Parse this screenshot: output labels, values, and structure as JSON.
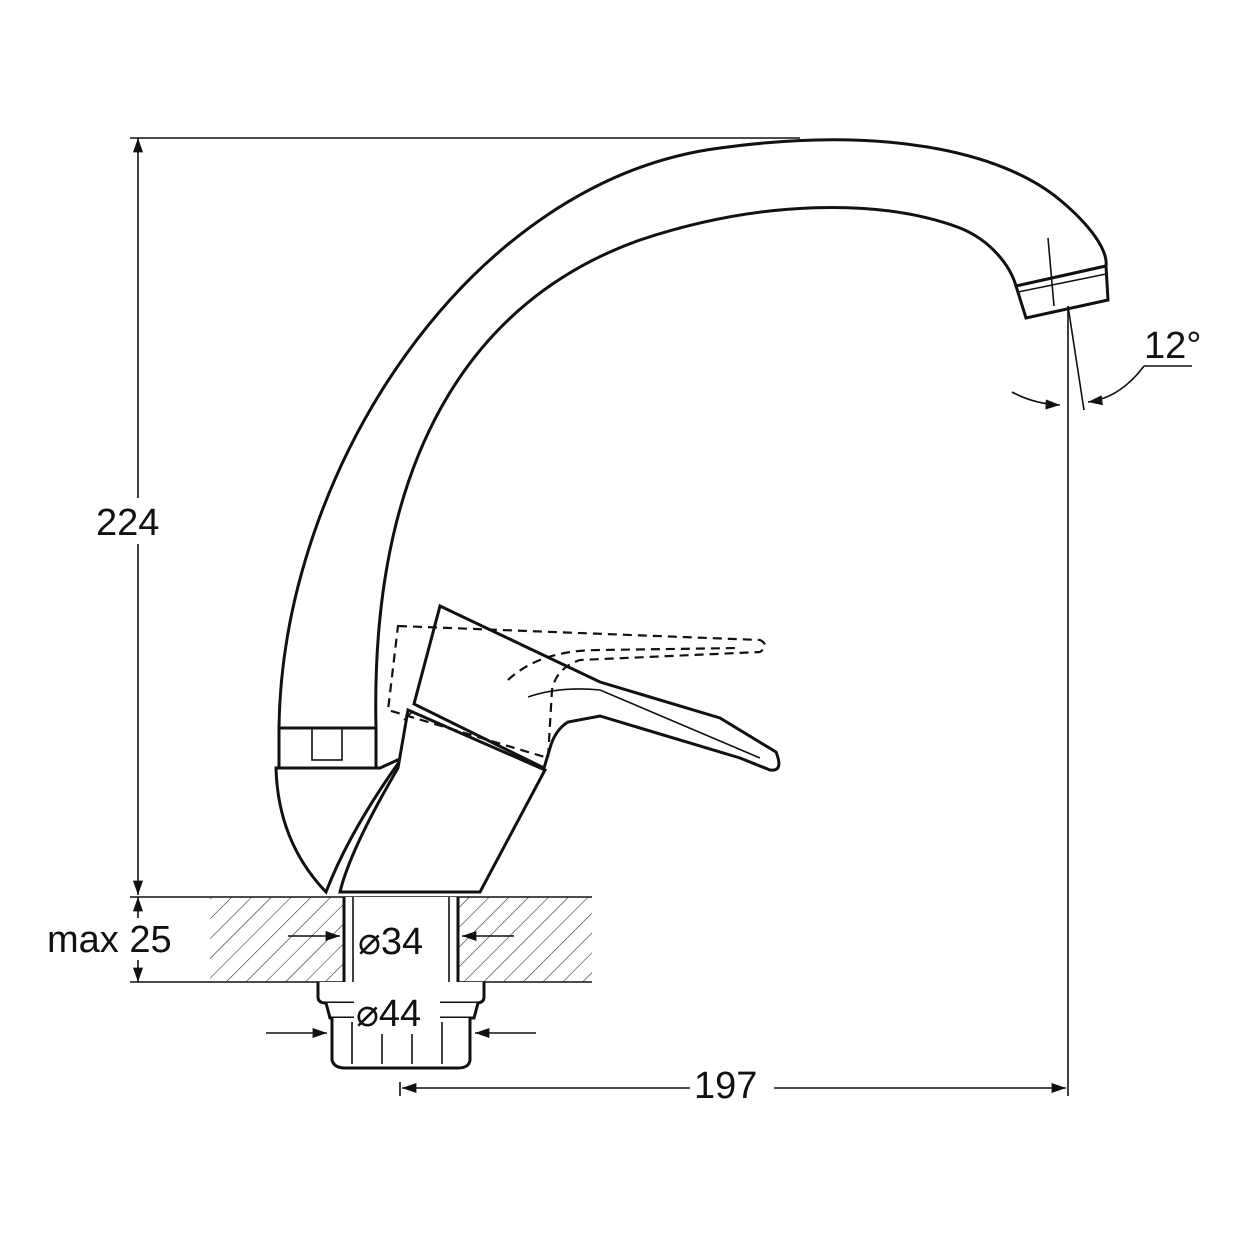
{
  "dimensions": {
    "height_label": "224",
    "max_thickness_label": "max 25",
    "hole_diameter_label": "⌀34",
    "nut_diameter_label": "⌀44",
    "reach_label": "197",
    "angle_label": "12°"
  },
  "colors": {
    "ink": "#111111",
    "background": "#ffffff"
  }
}
